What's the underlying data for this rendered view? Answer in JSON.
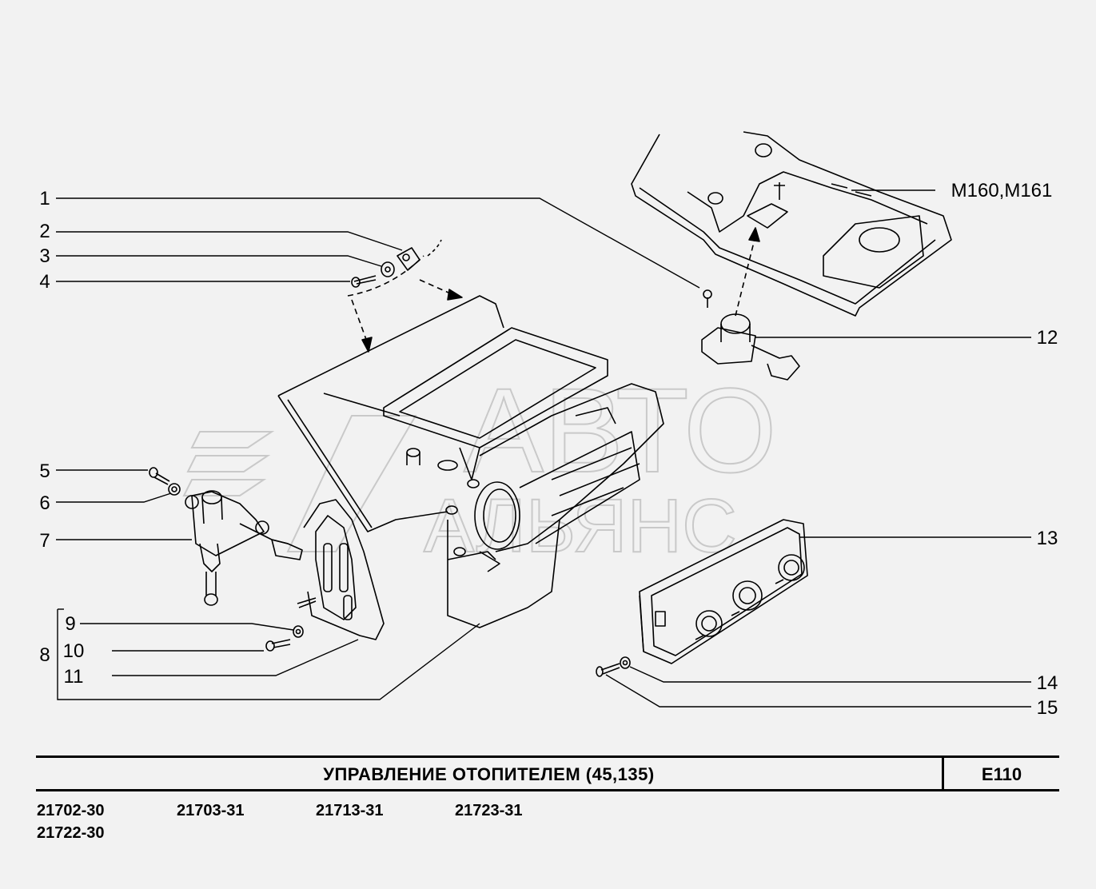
{
  "callouts": [
    "1",
    "2",
    "3",
    "4",
    "5",
    "6",
    "7",
    "8",
    "9",
    "10",
    "11",
    "12",
    "13",
    "14",
    "15"
  ],
  "reference": "M160,M161",
  "watermark": {
    "line1": "АВТО",
    "line2": "АЛЬЯНС"
  },
  "title": "УПРАВЛЕНИЕ  ОТОПИТЕЛЕМ (45,135)",
  "page_code": "E110",
  "models": [
    "21702-30",
    "21703-31",
    "21713-31",
    "21723-31",
    "21722-30"
  ],
  "colors": {
    "background": "#f2f2f2",
    "ink": "#000000",
    "watermark": "#c9c9c9"
  }
}
